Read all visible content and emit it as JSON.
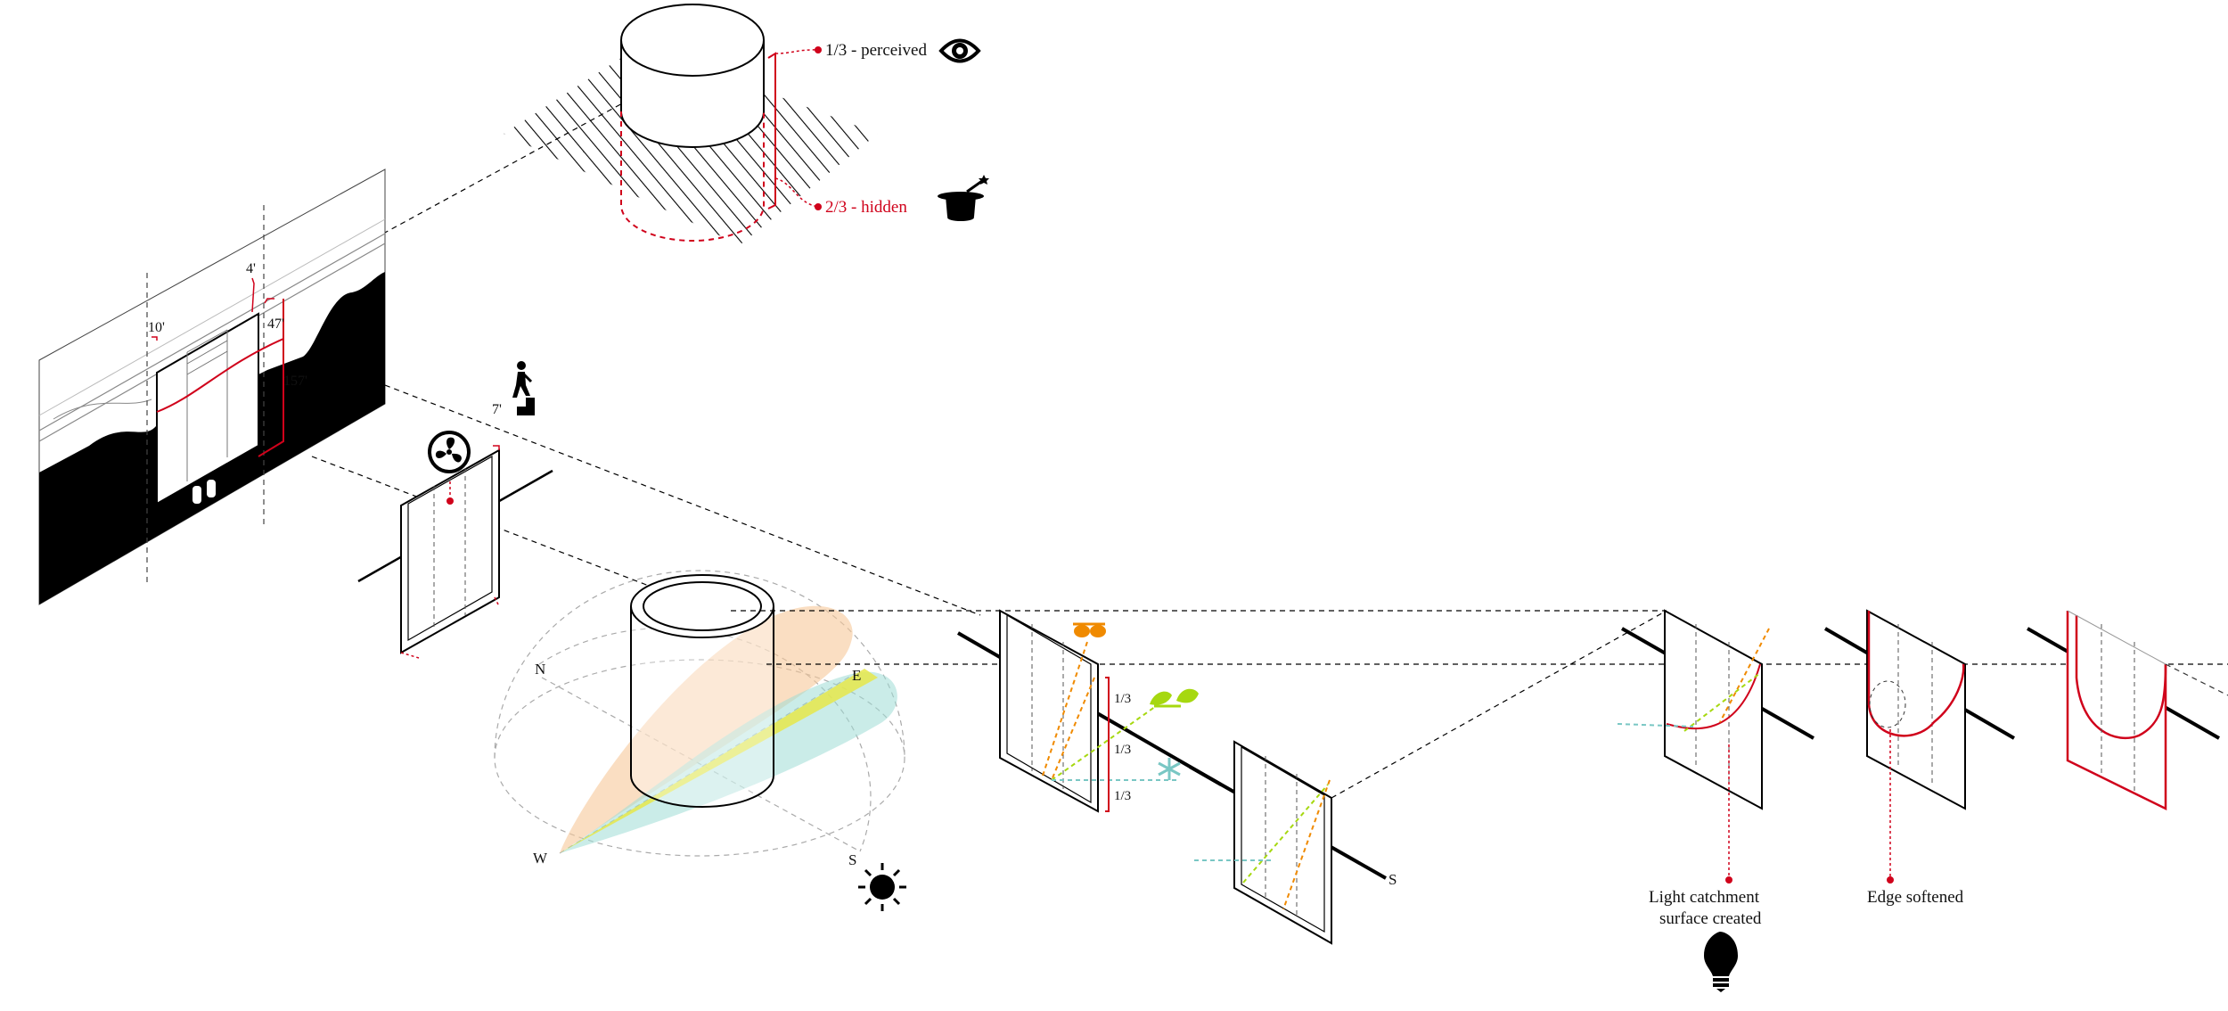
{
  "labels": {
    "perceived": "1/3 - perceived",
    "hidden": "2/3 - hidden",
    "dim_10": "10'",
    "dim_4": "4'",
    "dim_47": "47'",
    "dim_157": "157'",
    "dim_7": "7'",
    "third_a": "1/3",
    "third_b": "1/3",
    "third_c": "1/3",
    "compass_n": "N",
    "compass_e": "E",
    "compass_w": "W",
    "compass_s": "S",
    "section_s": "S",
    "light_catchment_1": "Light catchment",
    "light_catchment_2": "surface created",
    "edge_softened": "Edge softened"
  },
  "icons": [
    "eye-icon",
    "magic-hat-icon",
    "climber-stairs-icon",
    "fan-icon",
    "sunglasses-icon",
    "leaves-icon",
    "snowflake-icon",
    "sun-icon",
    "lightbulb-icon"
  ],
  "colors": {
    "accent_red": "#d0021b",
    "sun_orange": "#f6c89a",
    "sun_yellow": "#e6e84a",
    "sun_teal": "#9fdcd6",
    "glasses_orange": "#f08a00",
    "leaf_green": "#a6d810",
    "snow_teal": "#79c7c4"
  }
}
